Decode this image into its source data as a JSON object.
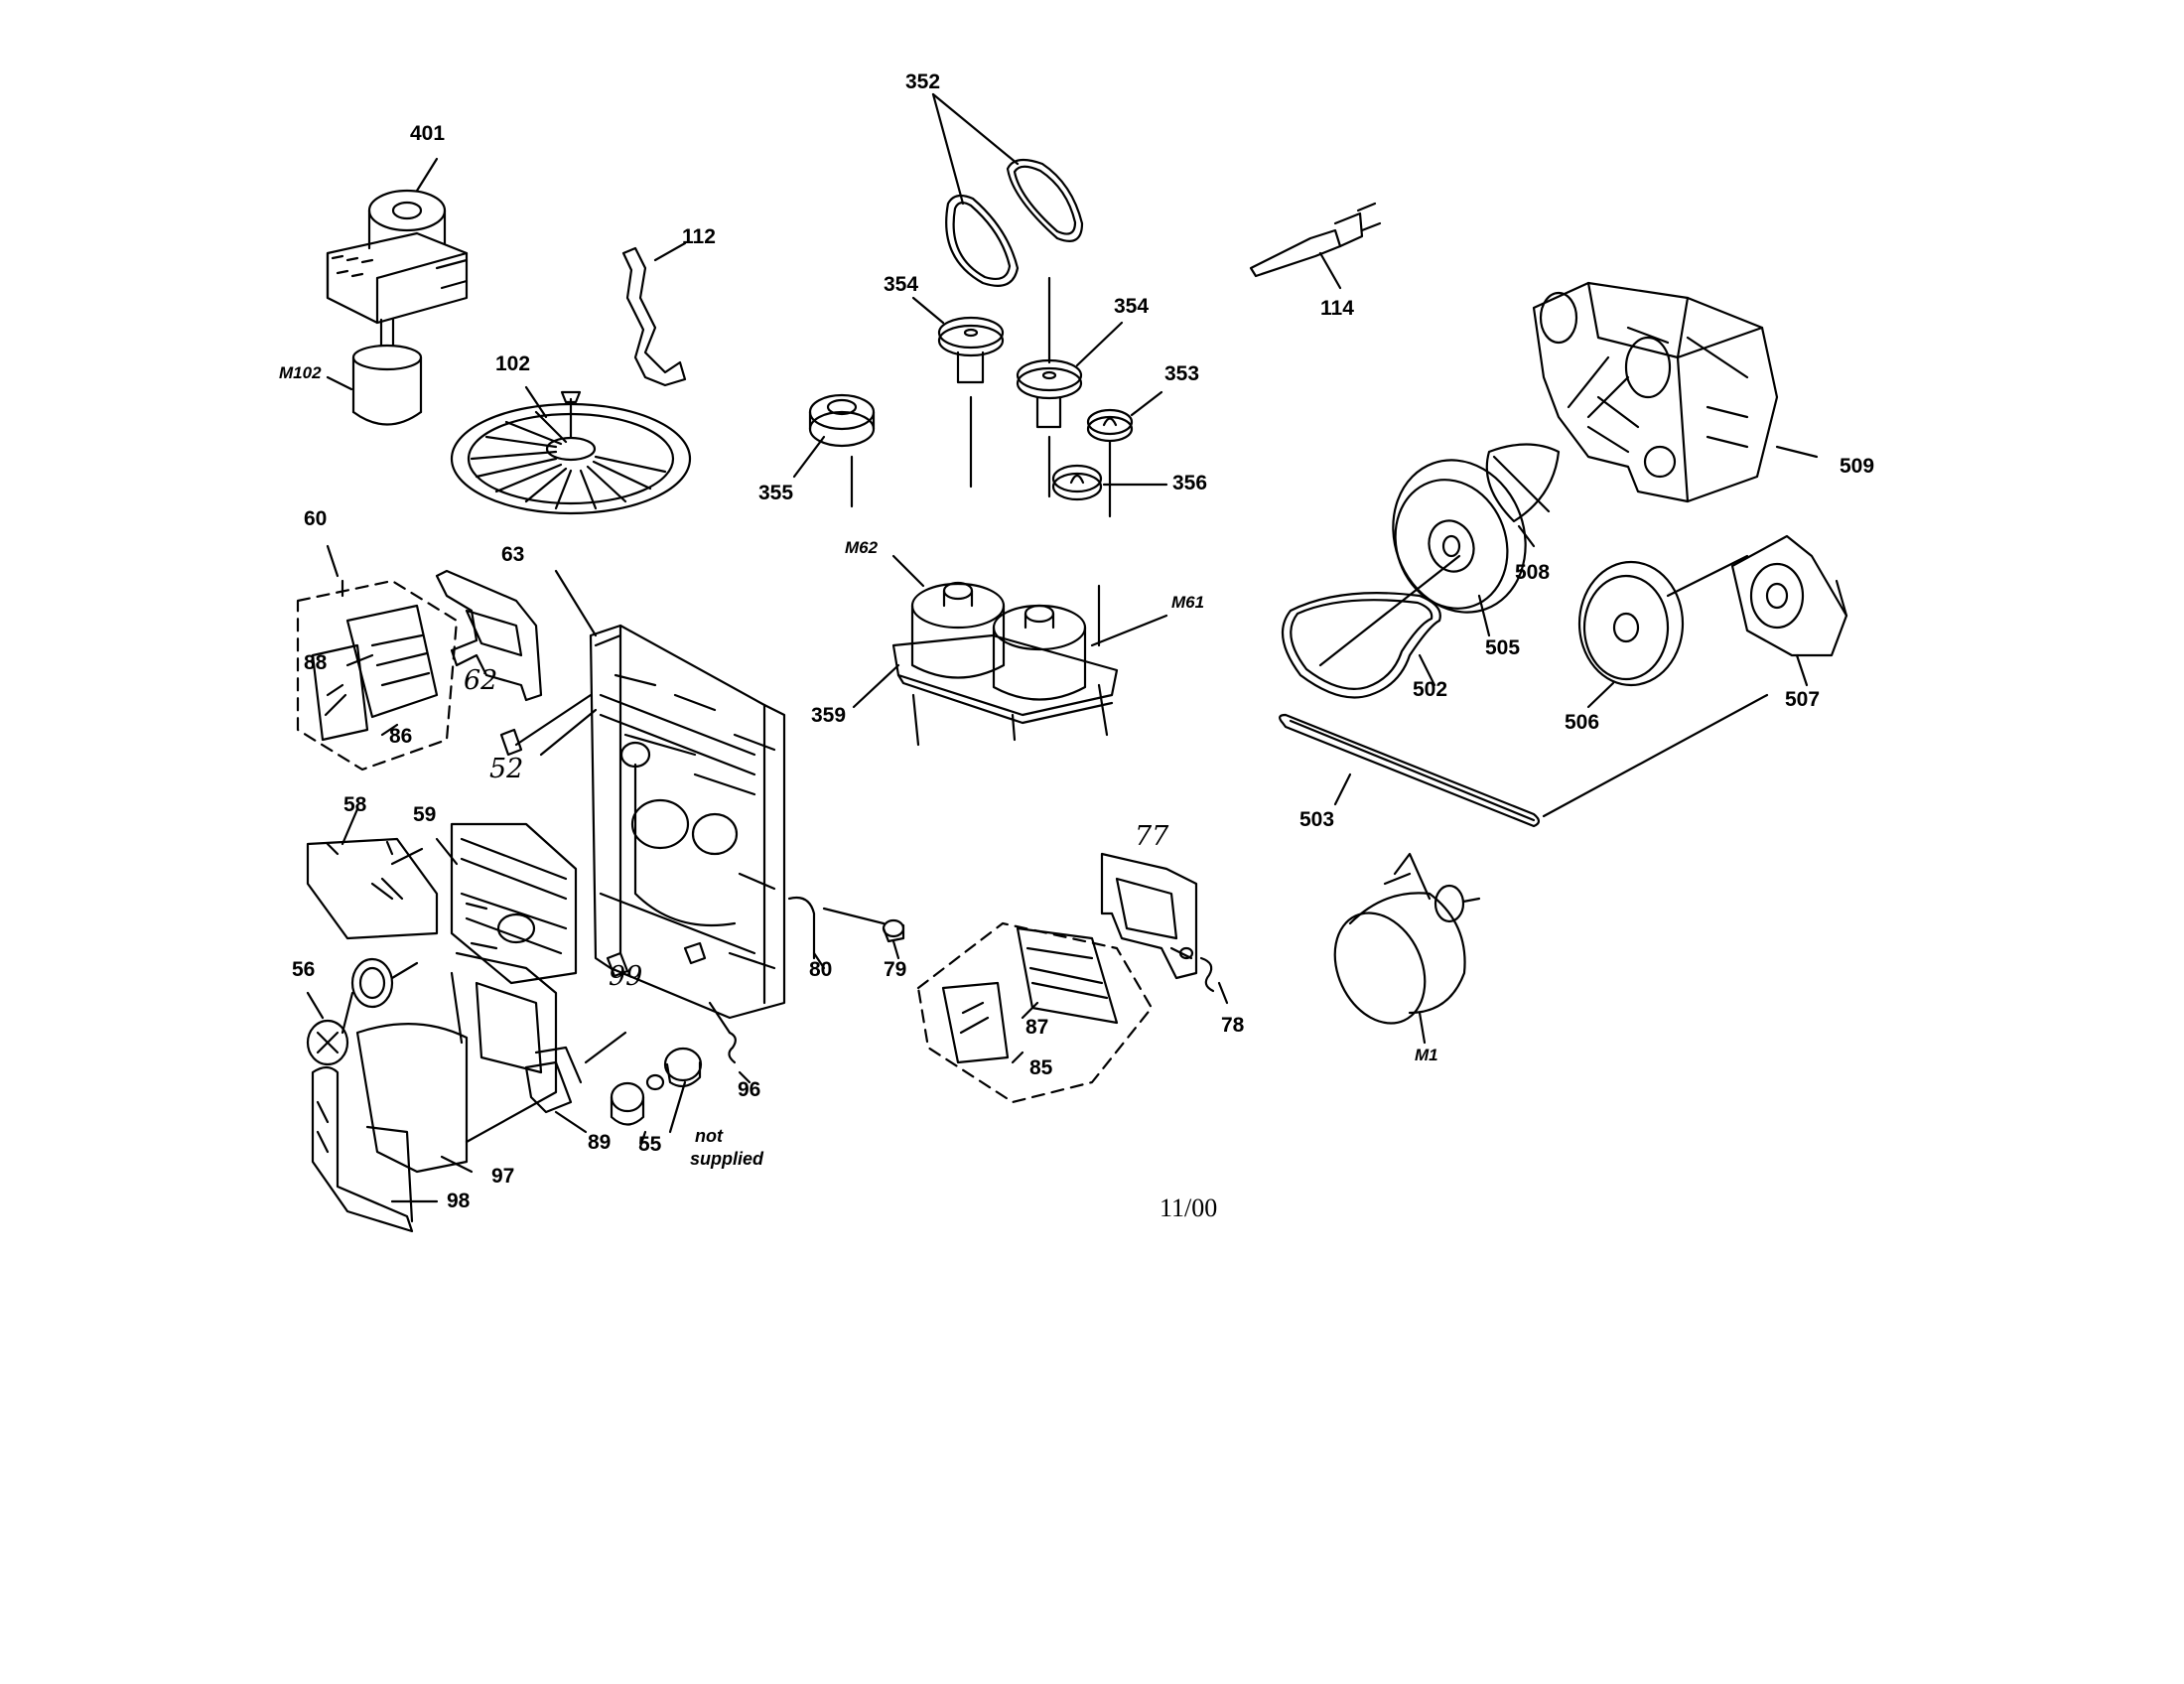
{
  "diagram": {
    "date": "11/00",
    "note": {
      "line1": "not",
      "line2": "supplied"
    },
    "parts": {
      "p401": "401",
      "p112": "112",
      "pM102": "M102",
      "p102": "102",
      "p352": "352",
      "p354a": "354",
      "p354b": "354",
      "p353": "353",
      "p355": "355",
      "p356": "356",
      "p114": "114",
      "p509": "509",
      "p508": "508",
      "p505": "505",
      "p502": "502",
      "p506": "506",
      "p507": "507",
      "p503": "503",
      "pM62": "M62",
      "pM61": "M61",
      "p359": "359",
      "p60": "60",
      "p63": "63",
      "p88": "88",
      "p62": "62",
      "p86": "86",
      "p52": "52",
      "p58": "58",
      "p59": "59",
      "p56": "56",
      "p99": "99",
      "p80": "80",
      "p79": "79",
      "p77": "77",
      "p78": "78",
      "p87": "87",
      "p85": "85",
      "pM1": "M1",
      "p96": "96",
      "p89": "89",
      "p55": "55",
      "p97": "97",
      "p98": "98"
    }
  }
}
